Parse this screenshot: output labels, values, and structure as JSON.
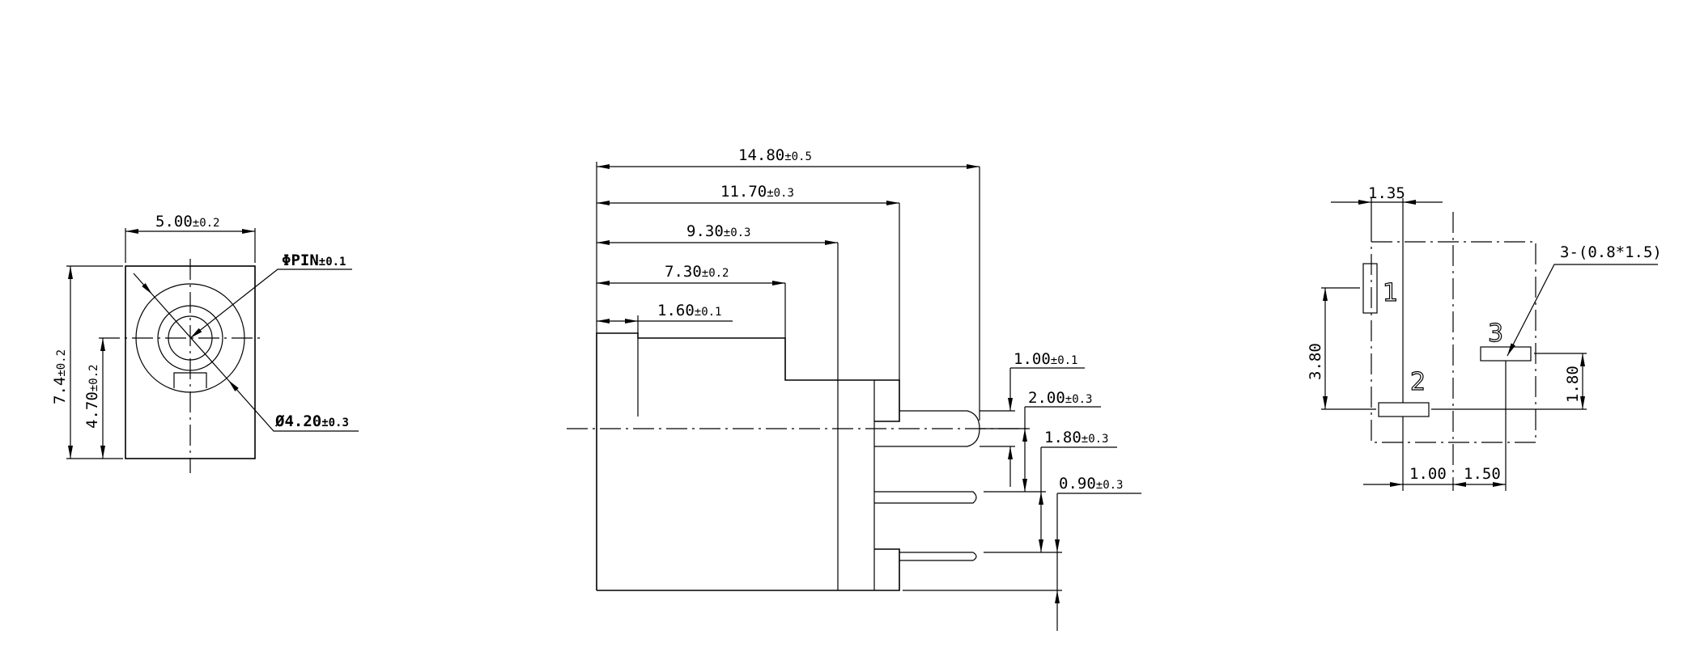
{
  "drawing": {
    "front_view": {
      "width": {
        "value": "5.00",
        "tol": "±0.2"
      },
      "height": {
        "value": "7.4",
        "tol": "±0.2"
      },
      "center_height": {
        "value": "4.70",
        "tol": "±0.2"
      },
      "pin_diameter": {
        "value": "ΦPIN",
        "tol": "±0.1"
      },
      "outer_diameter": {
        "value": "Ø4.20",
        "tol": "±0.3"
      }
    },
    "side_view": {
      "total_length": {
        "value": "14.80",
        "tol": "±0.5"
      },
      "len_11_70": {
        "value": "11.70",
        "tol": "±0.3"
      },
      "len_9_30": {
        "value": "9.30",
        "tol": "±0.3"
      },
      "len_7_30": {
        "value": "7.30",
        "tol": "±0.2"
      },
      "len_1_60": {
        "value": "1.60",
        "tol": "±0.1"
      },
      "pin_thickness": {
        "value": "1.00",
        "tol": "±0.1"
      },
      "pin_spacing_1": {
        "value": "2.00",
        "tol": "±0.3"
      },
      "pin_spacing_2": {
        "value": "1.80",
        "tol": "±0.3"
      },
      "pin_offset": {
        "value": "0.90",
        "tol": "±0.3"
      }
    },
    "footprint": {
      "dim_top": "1.35",
      "dim_left": "3.80",
      "dim_right": "1.80",
      "dim_bottom_1": "1.00",
      "dim_bottom_2": "1.50",
      "pad_note": "3-(0.8*1.5)",
      "pad_labels": [
        "1",
        "2",
        "3"
      ]
    }
  }
}
